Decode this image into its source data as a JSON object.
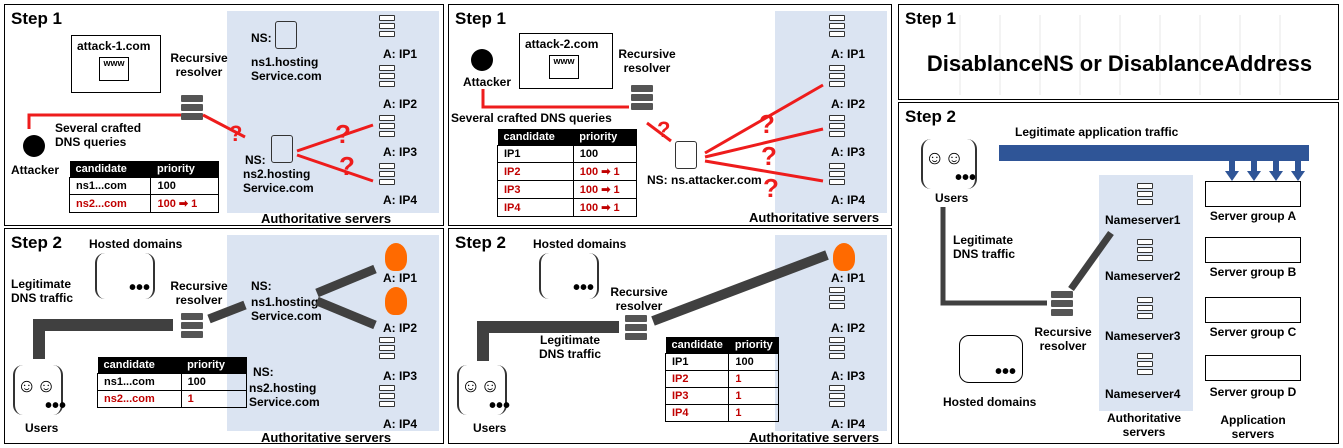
{
  "steps": {
    "step1": "Step 1",
    "step2": "Step 2"
  },
  "common": {
    "recursive_resolver": "Recursive resolver",
    "authoritative_servers": "Authoritative servers",
    "ns1": "ns1.hosting Service.com",
    "ns2": "ns2.hosting Service.com",
    "ns_prefix": "NS:",
    "ips": [
      "A: IP1",
      "A: IP2",
      "A: IP3",
      "A: IP4"
    ],
    "users": "Users",
    "legit_dns": "Legitimate DNS traffic",
    "hosted_domains": "Hosted domains",
    "attacker": "Attacker",
    "table_headers": [
      "candidate",
      "priority"
    ]
  },
  "panel_a": {
    "domain": "attack-1.com",
    "queries": "Several crafted DNS queries",
    "table1": [
      [
        "ns1...com",
        "100",
        false
      ],
      [
        "ns2...com",
        "100 ➡ 1",
        true
      ]
    ],
    "table2": [
      [
        "ns1...com",
        "100",
        false
      ],
      [
        "ns2...com",
        "1",
        true
      ]
    ]
  },
  "panel_b": {
    "domain": "attack-2.com",
    "queries": "Several crafted DNS queries",
    "ns_attacker": "NS: ns.attacker.com",
    "table1": [
      [
        "IP1",
        "100",
        false
      ],
      [
        "IP2",
        "100 ➡ 1",
        true
      ],
      [
        "IP3",
        "100 ➡ 1",
        true
      ],
      [
        "IP4",
        "100 ➡ 1",
        true
      ]
    ],
    "table2": [
      [
        "IP1",
        "100",
        false
      ],
      [
        "IP2",
        "1",
        true
      ],
      [
        "IP3",
        "1",
        true
      ],
      [
        "IP4",
        "1",
        true
      ]
    ]
  },
  "panel_c": {
    "title": "DisablanceNS or DisablanceAddress",
    "app_traffic": "Legitimate application traffic",
    "nameservers": [
      "Nameserver1",
      "Nameserver2",
      "Nameserver3",
      "Nameserver4"
    ],
    "groups": [
      "Server group A",
      "Server group B",
      "Server group C",
      "Server group D"
    ],
    "authoritative_servers": "Authoritative servers",
    "application_servers": "Application servers"
  },
  "colors": {
    "red": "#ee1c1c",
    "dark_red": "#c00000",
    "blue": "#2f5597",
    "auth_bg": "#dbe4f2",
    "fire": "#ff6a00",
    "arrow_gray": "#404040"
  }
}
